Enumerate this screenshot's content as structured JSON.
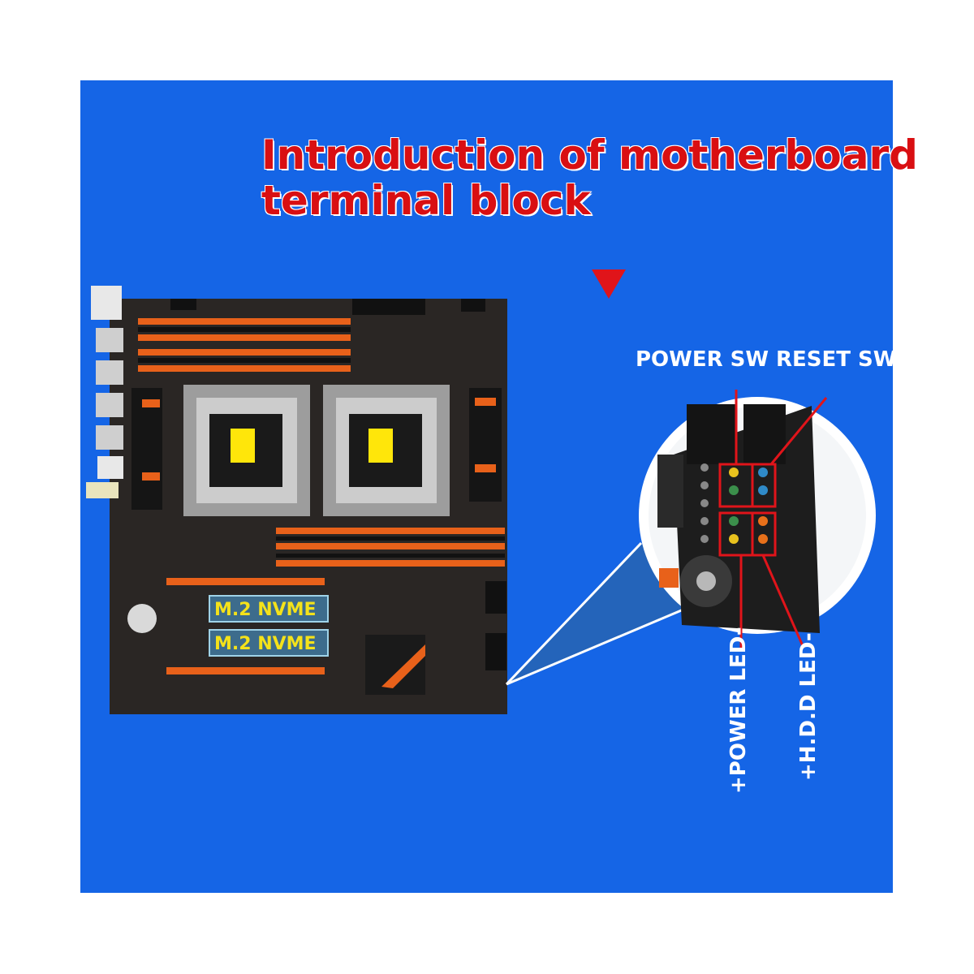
{
  "title": {
    "line1": "Introduction of motherboard",
    "line2": "terminal block"
  },
  "labels": {
    "power_sw": "POWER SW",
    "reset_sw": "RESET SW",
    "power_led": "+POWER LED-",
    "hdd_led": "+H.D.D LED-"
  },
  "board": {
    "m2_slot_1": "M.2  NVME",
    "m2_slot_2": "M.2  NVME"
  },
  "colors": {
    "background": "#1565e6",
    "title": "#d90f12",
    "board": "#2a2624",
    "accent_orange": "#e8611a",
    "pointer_red": "#e0141a"
  }
}
